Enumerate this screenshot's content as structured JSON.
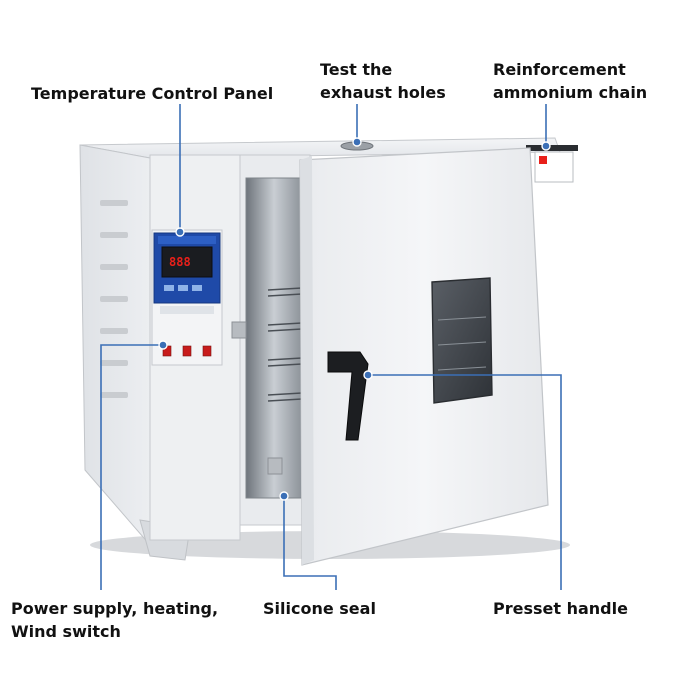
{
  "callouts": {
    "temperature_control_panel": "Temperature Control Panel",
    "test_exhaust_holes": [
      "Test the",
      "exhaust holes"
    ],
    "reinforcement_chain": [
      "Reinforcement",
      "ammonium chain"
    ],
    "power_switch": [
      "Power supply, heating,",
      "Wind switch"
    ],
    "silicone_seal": "Silicone seal",
    "presset_handle": "Presset handle"
  },
  "panel": {
    "temperature_readout": "888"
  },
  "colors": {
    "leader_line": "#3b6fb6",
    "panel_blue": "#1f4aa8",
    "cabinet_white": "#eef0f2",
    "display_red": "#e8201a"
  }
}
